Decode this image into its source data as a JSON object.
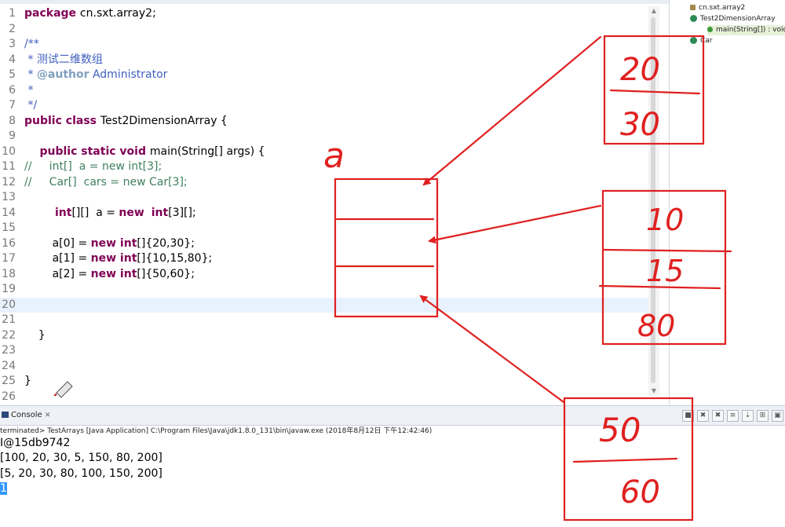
{
  "editor": {
    "lines": [
      {
        "n": "1",
        "segs": [
          {
            "t": "package ",
            "c": "kw"
          },
          {
            "t": "cn.sxt.array2;",
            "c": ""
          }
        ]
      },
      {
        "n": "2",
        "segs": []
      },
      {
        "n": "3",
        "segs": [
          {
            "t": "/**",
            "c": "jd"
          }
        ]
      },
      {
        "n": "4",
        "segs": [
          {
            "t": " * 测试二维数组",
            "c": "jd"
          }
        ]
      },
      {
        "n": "5",
        "segs": [
          {
            "t": " * ",
            "c": "jd"
          },
          {
            "t": "@author",
            "c": "tag"
          },
          {
            "t": " Administrator",
            "c": "jd"
          }
        ]
      },
      {
        "n": "6",
        "segs": [
          {
            "t": " *",
            "c": "jd"
          }
        ]
      },
      {
        "n": "7",
        "segs": [
          {
            "t": " */",
            "c": "jd"
          }
        ]
      },
      {
        "n": "8",
        "segs": [
          {
            "t": "public class ",
            "c": "kw"
          },
          {
            "t": "Test2DimensionArray {",
            "c": ""
          }
        ]
      },
      {
        "n": "9",
        "segs": []
      },
      {
        "n": "10",
        "segs": [
          {
            "t": "    public static void ",
            "c": "kw"
          },
          {
            "t": "main(String[] args) {",
            "c": ""
          }
        ]
      },
      {
        "n": "11",
        "segs": [
          {
            "t": "//     int[]  a = new int[3];",
            "c": "cm"
          }
        ]
      },
      {
        "n": "12",
        "segs": [
          {
            "t": "//     Car[]  cars = new Car[3];",
            "c": "cm"
          }
        ]
      },
      {
        "n": "13",
        "segs": []
      },
      {
        "n": "14",
        "segs": [
          {
            "t": "        int",
            "c": "kw"
          },
          {
            "t": "[][]  a = ",
            "c": ""
          },
          {
            "t": "new",
            "c": "kw"
          },
          {
            "t": "  ",
            "c": ""
          },
          {
            "t": "int",
            "c": "kw"
          },
          {
            "t": "[3][];",
            "c": ""
          }
        ]
      },
      {
        "n": "15",
        "segs": []
      },
      {
        "n": "16",
        "segs": [
          {
            "t": "        a[0] = ",
            "c": ""
          },
          {
            "t": "new int",
            "c": "kw"
          },
          {
            "t": "[]{20,30};",
            "c": ""
          }
        ]
      },
      {
        "n": "17",
        "segs": [
          {
            "t": "        a[1] = ",
            "c": ""
          },
          {
            "t": "new int",
            "c": "kw"
          },
          {
            "t": "[]{10,15,80};",
            "c": ""
          }
        ]
      },
      {
        "n": "18",
        "segs": [
          {
            "t": "        a[2] = ",
            "c": ""
          },
          {
            "t": "new int",
            "c": "kw"
          },
          {
            "t": "[]{50,60};",
            "c": ""
          }
        ]
      },
      {
        "n": "19",
        "segs": []
      },
      {
        "n": "20",
        "segs": [],
        "highlight": true
      },
      {
        "n": "21",
        "segs": []
      },
      {
        "n": "22",
        "segs": [
          {
            "t": "    }",
            "c": ""
          }
        ]
      },
      {
        "n": "23",
        "segs": []
      },
      {
        "n": "24",
        "segs": []
      },
      {
        "n": "25",
        "segs": [
          {
            "t": "}",
            "c": ""
          }
        ]
      },
      {
        "n": "26",
        "segs": []
      }
    ]
  },
  "outline": {
    "package": "cn.sxt.array2",
    "class": "Test2DimensionArray",
    "method": "main(String[]) : void",
    "other_class": "Car"
  },
  "console": {
    "tab_label": "Console",
    "info": "terminated> TestArrays [Java Application] C:\\Program Files\\Java\\jdk1.8.0_131\\bin\\javaw.exe (2018年8月12日 下午12:42:46)",
    "output": [
      "I@15db9742",
      "[100, 20, 30, 5, 150, 80, 200]",
      "[5, 20, 30, 80, 100, 150, 200]",
      "1"
    ]
  },
  "annotations": {
    "array_label": "a",
    "box_top": [
      "20",
      "30"
    ],
    "box_middle": [
      "10",
      "15",
      "80"
    ],
    "box_bottom": [
      "50",
      "60"
    ],
    "color": "#e02020"
  }
}
